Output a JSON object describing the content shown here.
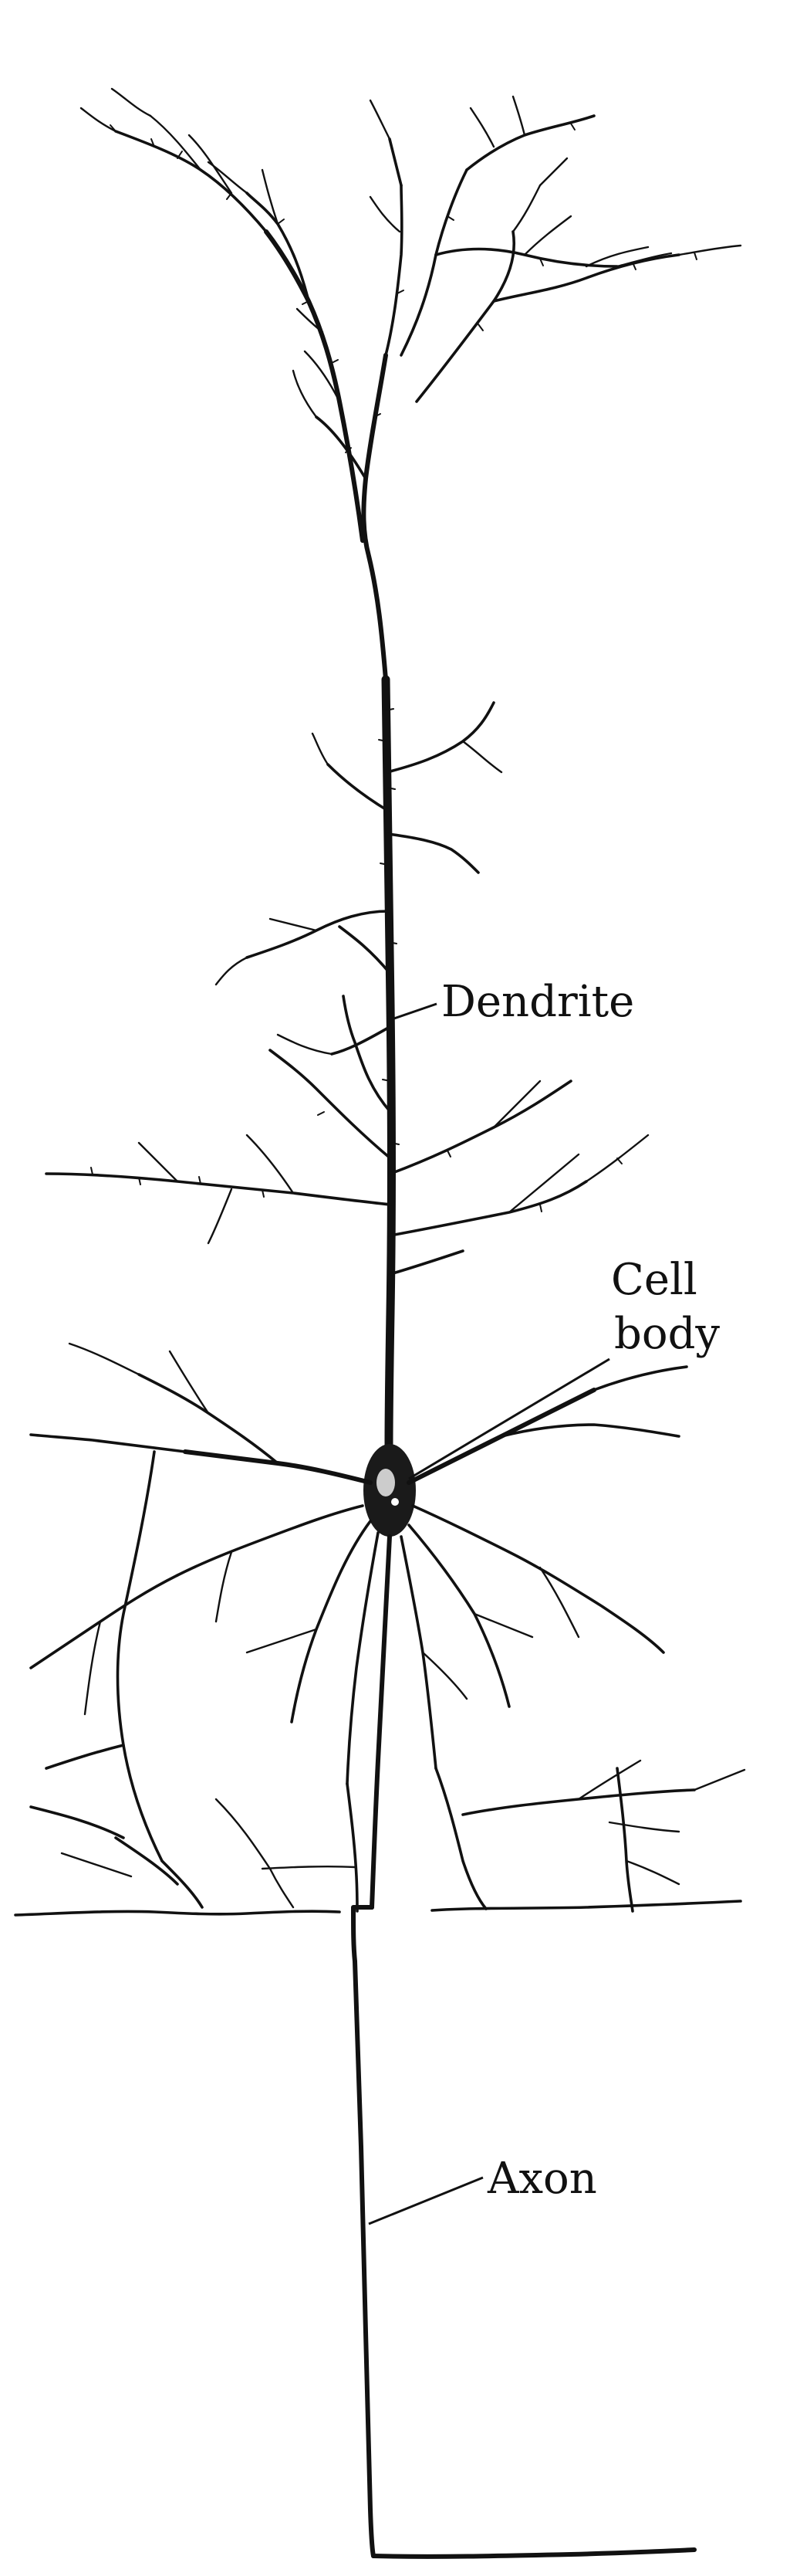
{
  "labels": {
    "dendrite": "Dendrite",
    "cell_body_line1": "Cell",
    "cell_body_line2": "body",
    "axon": "Axon"
  }
}
